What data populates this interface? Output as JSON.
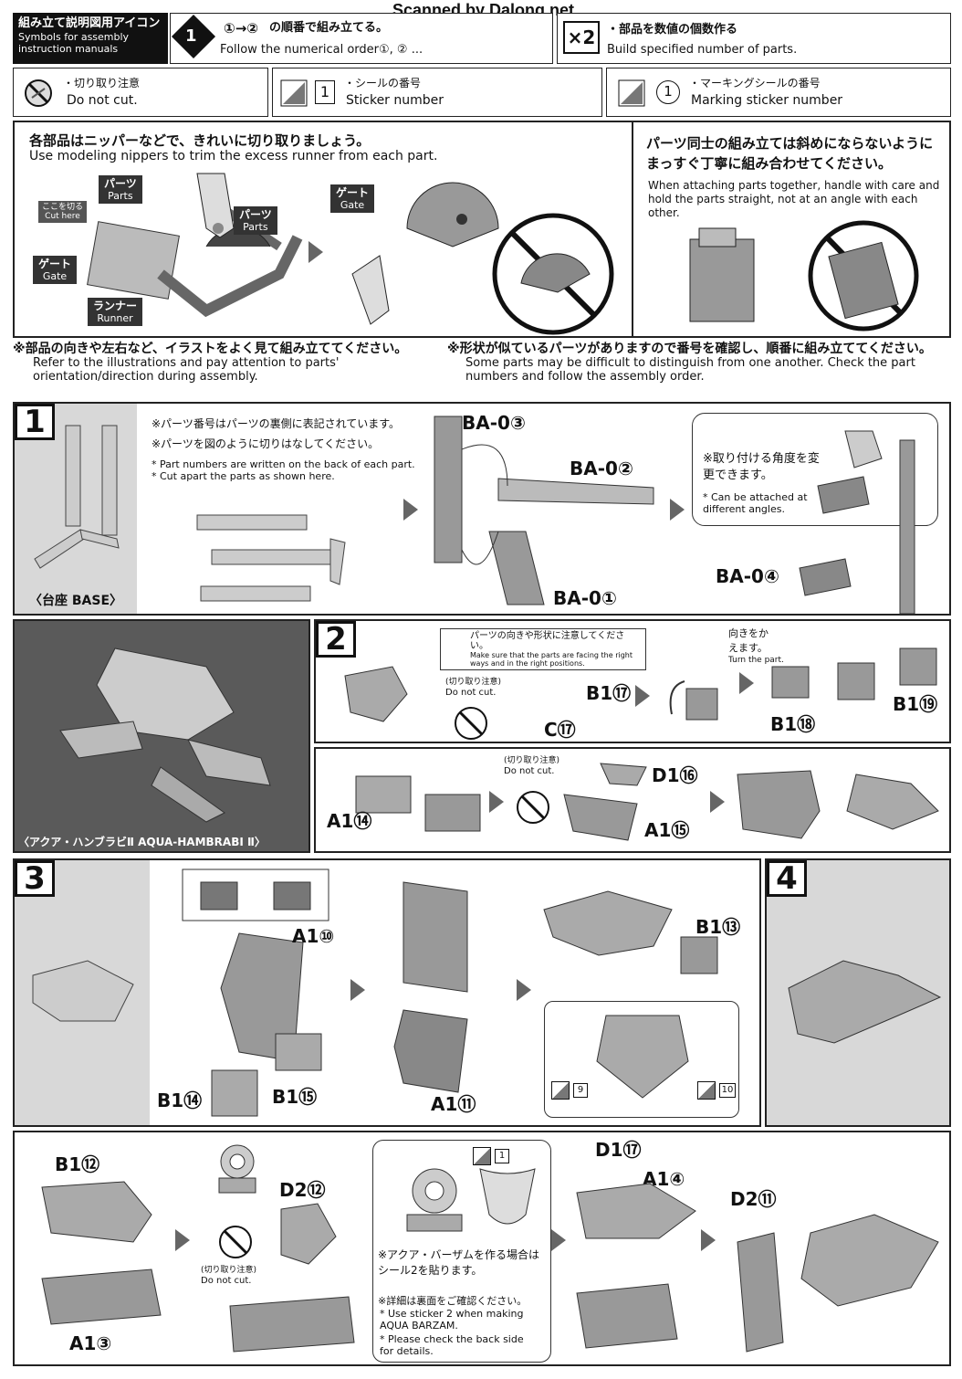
{
  "banner": "Scanned by Dalong.net",
  "icons": {
    "title_ja": "組み立て説明図用アイコン",
    "title_en": "Symbols for assembly instruction manuals",
    "order_ja": "の順番で組み立てる。",
    "order_en": "Follow the numerical order",
    "order_seq": "①→②",
    "order_en_seq": "①, ② ...",
    "multi_icon": "×2",
    "multi_ja": "・部品を数値の個数作る",
    "multi_en": "Build specified number of parts.",
    "donotcut_ja": "・切り取り注意",
    "donotcut_en": "Do not cut.",
    "sticker_num": "1",
    "sticker_ja": "・シールの番号",
    "sticker_en": "Sticker number",
    "marking_num": "1",
    "marking_ja": "・マーキングシールの番号",
    "marking_en": "Marking sticker number"
  },
  "intro": {
    "nippers_ja": "各部品はニッパーなどで、きれいに切り取りましょう。",
    "nippers_en": "Use modeling nippers to trim the excess runner from each part.",
    "parts_ja": "パーツ",
    "parts_en": "Parts",
    "cut_ja": "ここを切る",
    "cut_en": "Cut here",
    "gate_ja": "ゲート",
    "gate_en": "Gate",
    "runner_ja": "ランナー",
    "runner_en": "Runner",
    "straight_ja": "パーツ同士の組み立ては斜めにならないようにまっすぐ丁寧に組み合わせてください。",
    "straight_en": "When attaching parts together, handle with care and hold the parts straight, not at an angle with each other.",
    "orient_ja": "※部品の向きや左右など、イラストをよく見て組み立ててください。",
    "orient_en": "Refer to the illustrations and pay attention to parts' orientation/direction during assembly.",
    "similar_ja": "※形状が似ているパーツがありますので番号を確認し、順番に組み立ててください。",
    "similar_en": "Some parts may be difficult to distinguish from one another. Check the part numbers and follow the assembly order."
  },
  "step1": {
    "num": "1",
    "note1_ja": "※パーツ番号はパーツの裏側に表記されています。",
    "note2_ja": "※パーツを図のように切りはなしてください。",
    "note1_en": "* Part numbers are written on the back of each part.",
    "note2_en": "* Cut apart the parts as shown here.",
    "base_label": "〈台座 BASE〉",
    "ba03": "BA-0③",
    "ba02": "BA-0②",
    "ba01": "BA-0①",
    "ba04": "BA-0④",
    "angle_ja": "※取り付ける角度を変更できます。",
    "angle_en": "* Can be attached at different angles."
  },
  "step2": {
    "num": "2",
    "subject_label": "〈アクア・ハンブラビⅡ AQUA-HAMBRABI Ⅱ〉",
    "orient_ja": "パーツの向きや形状に注意してください。",
    "orient_en": "Make sure that the parts are facing the right ways and in the right positions.",
    "dnc_ja": "(切り取り注意)",
    "dnc_en": "Do not cut.",
    "b117": "B1⑰",
    "c17": "C⑰",
    "turn_ja": "向きをかえます。",
    "turn_en": "Turn the part.",
    "b118": "B1⑱",
    "b119": "B1⑲",
    "a114": "A1⑭",
    "dnc2_ja": "(切り取り注意)",
    "dnc2_en": "Do not cut.",
    "d116": "D1⑯",
    "a115": "A1⑮"
  },
  "step3": {
    "num": "3",
    "a110": "A1⑩",
    "b114": "B1⑭",
    "b115": "B1⑮",
    "a111": "A1⑪",
    "b113": "B1⑬",
    "sticker9": "9",
    "sticker10": "10"
  },
  "step4": {
    "num": "4"
  },
  "bottom": {
    "b112": "B1⑫",
    "a13": "A1③",
    "d212": "D2⑫",
    "dnc_ja": "(切り取り注意)",
    "dnc_en": "Do not cut.",
    "sticker1": "1",
    "aqua_ja": "※アクア・バーザムを作る場合はシール2を貼ります。",
    "detail_ja": "※詳細は裏面をご確認ください。",
    "aqua_en": "* Use sticker 2 when making AQUA BARZAM.",
    "detail_en": "* Please check the back side for details.",
    "d117": "D1⑰",
    "a14": "A1④",
    "d211": "D2⑪"
  }
}
